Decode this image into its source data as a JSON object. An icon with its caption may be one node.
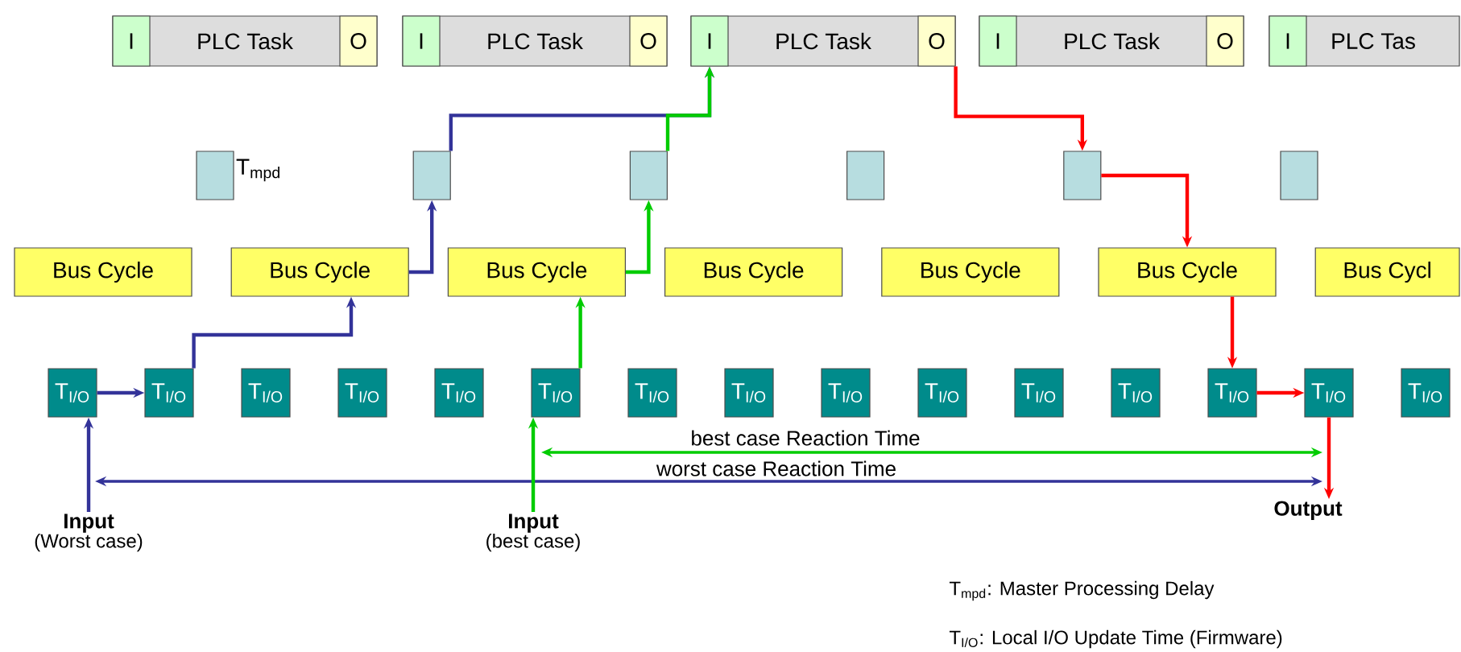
{
  "diagram": {
    "nodes": [
      {
        "text": [
          "PLC Task"
        ]
      },
      {
        "text": [
          "I"
        ],
        "in": 0
      },
      {
        "text": [
          "O"
        ],
        "in": 0
      },
      {
        "text": [
          "PLC Task"
        ]
      },
      {
        "text": [
          "I"
        ],
        "in": 3
      },
      {
        "text": [
          "O"
        ],
        "in": 3
      },
      {
        "text": [
          "PLC Task"
        ]
      },
      {
        "text": [
          "I"
        ],
        "in": 6
      },
      {
        "text": [
          "O"
        ],
        "in": 6
      },
      {
        "text": [
          "PLC Task"
        ]
      },
      {
        "text": [
          "I"
        ],
        "in": 9
      },
      {
        "text": [
          "O"
        ],
        "in": 9
      },
      {
        "text": [
          "PLC Tas"
        ]
      },
      {
        "text": [
          "I"
        ],
        "in": 12
      },
      {
        "text": [],
        "shape": "box",
        "beside": [
          "T$_{mpd}$"
        ]
      },
      {
        "text": [],
        "shape": "box"
      },
      {
        "text": [],
        "shape": "box"
      },
      {
        "text": [],
        "shape": "box"
      },
      {
        "text": [],
        "shape": "box"
      },
      {
        "text": [],
        "shape": "box"
      },
      {
        "text": [
          "Bus Cycle"
        ]
      },
      {
        "text": [
          "Bus Cycle"
        ]
      },
      {
        "text": [
          "Bus Cycle"
        ]
      },
      {
        "text": [
          "Bus Cycle"
        ]
      },
      {
        "text": [
          "Bus Cycle"
        ]
      },
      {
        "text": [
          "Bus Cycle"
        ]
      },
      {
        "text": [
          "Bus Cycl"
        ]
      },
      {
        "text": [
          "T$_{I/O}$"
        ]
      },
      {
        "text": [
          "T$_{I/O}$"
        ]
      },
      {
        "text": [
          "T$_{I/O}$"
        ]
      },
      {
        "text": [
          "T$_{I/O}$"
        ]
      },
      {
        "text": [
          "T$_{I/O}$"
        ]
      },
      {
        "text": [
          "T$_{I/O}$"
        ]
      },
      {
        "text": [
          "T$_{I/O}$"
        ]
      },
      {
        "text": [
          "T$_{I/O}$"
        ]
      },
      {
        "text": [
          "T$_{I/O}$"
        ]
      },
      {
        "text": [
          "T$_{I/O}$"
        ]
      },
      {
        "text": [
          "T$_{I/O}$"
        ]
      },
      {
        "text": [
          "T$_{I/O}$"
        ]
      },
      {
        "text": [
          "T$_{I/O}$"
        ]
      },
      {
        "text": [
          "T$_{I/O}$"
        ]
      },
      {
        "text": [
          "T$_{I/O}$"
        ]
      },
      {
        "text": [
          "Input",
          "(Worst case)"
        ]
      },
      {
        "text": [
          "Input",
          "(best case)"
        ]
      },
      {
        "text": [
          "Output"
        ]
      }
    ],
    "edges": [
      {
        "from": 42,
        "to": 27,
        "arrow": "to",
        "color": "#333399"
      },
      {
        "from": 27,
        "to": 28,
        "arrow": "to",
        "color": "#333399"
      },
      {
        "from": 28,
        "to": 21,
        "arrow": "to",
        "color": "#333399"
      },
      {
        "from": 21,
        "to": 15,
        "arrow": "to",
        "color": "#333399"
      },
      {
        "from": 15,
        "to": 7,
        "arrow": "to",
        "color": "#333399"
      },
      {
        "from": 43,
        "to": 32,
        "arrow": "to",
        "color": "#00cc00"
      },
      {
        "from": 32,
        "to": 22,
        "arrow": "to",
        "color": "#00cc00"
      },
      {
        "from": 22,
        "to": 16,
        "arrow": "to",
        "color": "#00cc00"
      },
      {
        "from": 16,
        "to": 7,
        "arrow": "to",
        "color": "#00cc00"
      },
      {
        "from": 8,
        "to": 18,
        "arrow": "to",
        "color": "#ff0000"
      },
      {
        "from": 18,
        "to": 25,
        "arrow": "to",
        "color": "#ff0000"
      },
      {
        "from": 25,
        "to": 39,
        "arrow": "to",
        "color": "#ff0000"
      },
      {
        "from": 39,
        "to": 40,
        "arrow": "to",
        "color": "#ff0000"
      },
      {
        "from": 40,
        "to": 44,
        "arrow": "to",
        "color": "#ff0000"
      }
    ],
    "labels": [
      "best case Reaction Time",
      "worst case Reaction Time",
      "T$_{mpd}$: Master Processing Delay",
      "T$_{I/O}$: Local I/O Update Time (Firmware)"
    ]
  }
}
